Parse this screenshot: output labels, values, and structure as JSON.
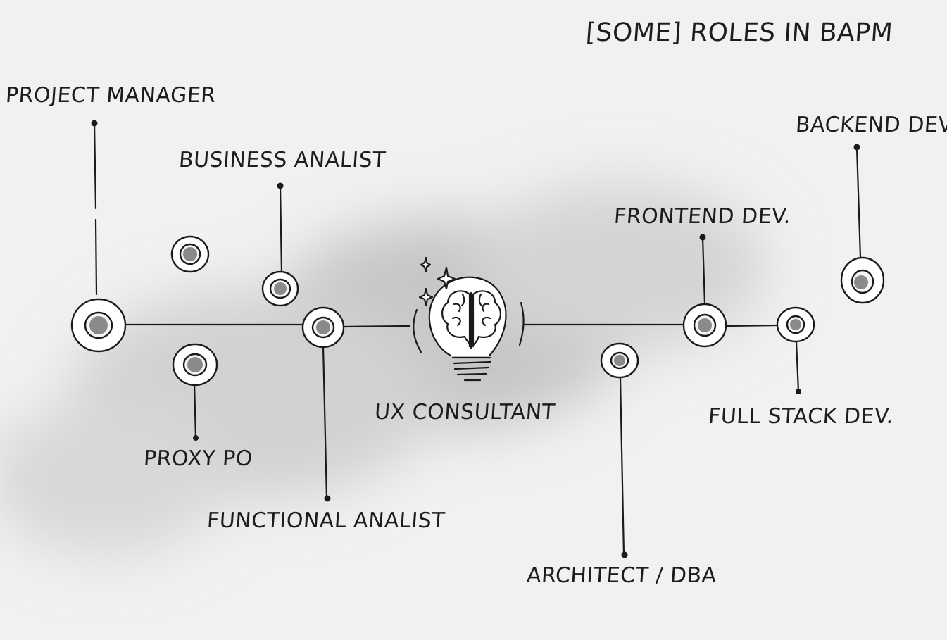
{
  "title": "[SOME] ROLES IN BAPM",
  "center_label": "UX CONSULTANT",
  "roles": {
    "project_manager": "PROJECT MANAGER",
    "business_analist": "BUSINESS ANALIST",
    "proxy_po": "PROXY PO",
    "functional_analist": "FUNCTIONAL ANALIST",
    "architect_dba": "ARCHITECT / DBA",
    "frontend_dev": "FRONTEND DEV.",
    "full_stack_dev": "FULL STACK DEV.",
    "backend_dev": "BACKEND DEV."
  },
  "icons": {
    "center": "lightbulb-brain-icon"
  },
  "colors": {
    "ink": "#1a1a1a",
    "node_fill": "#8a8a8a",
    "background": "#f1f1f1",
    "shadow": "#c4c4c4"
  }
}
